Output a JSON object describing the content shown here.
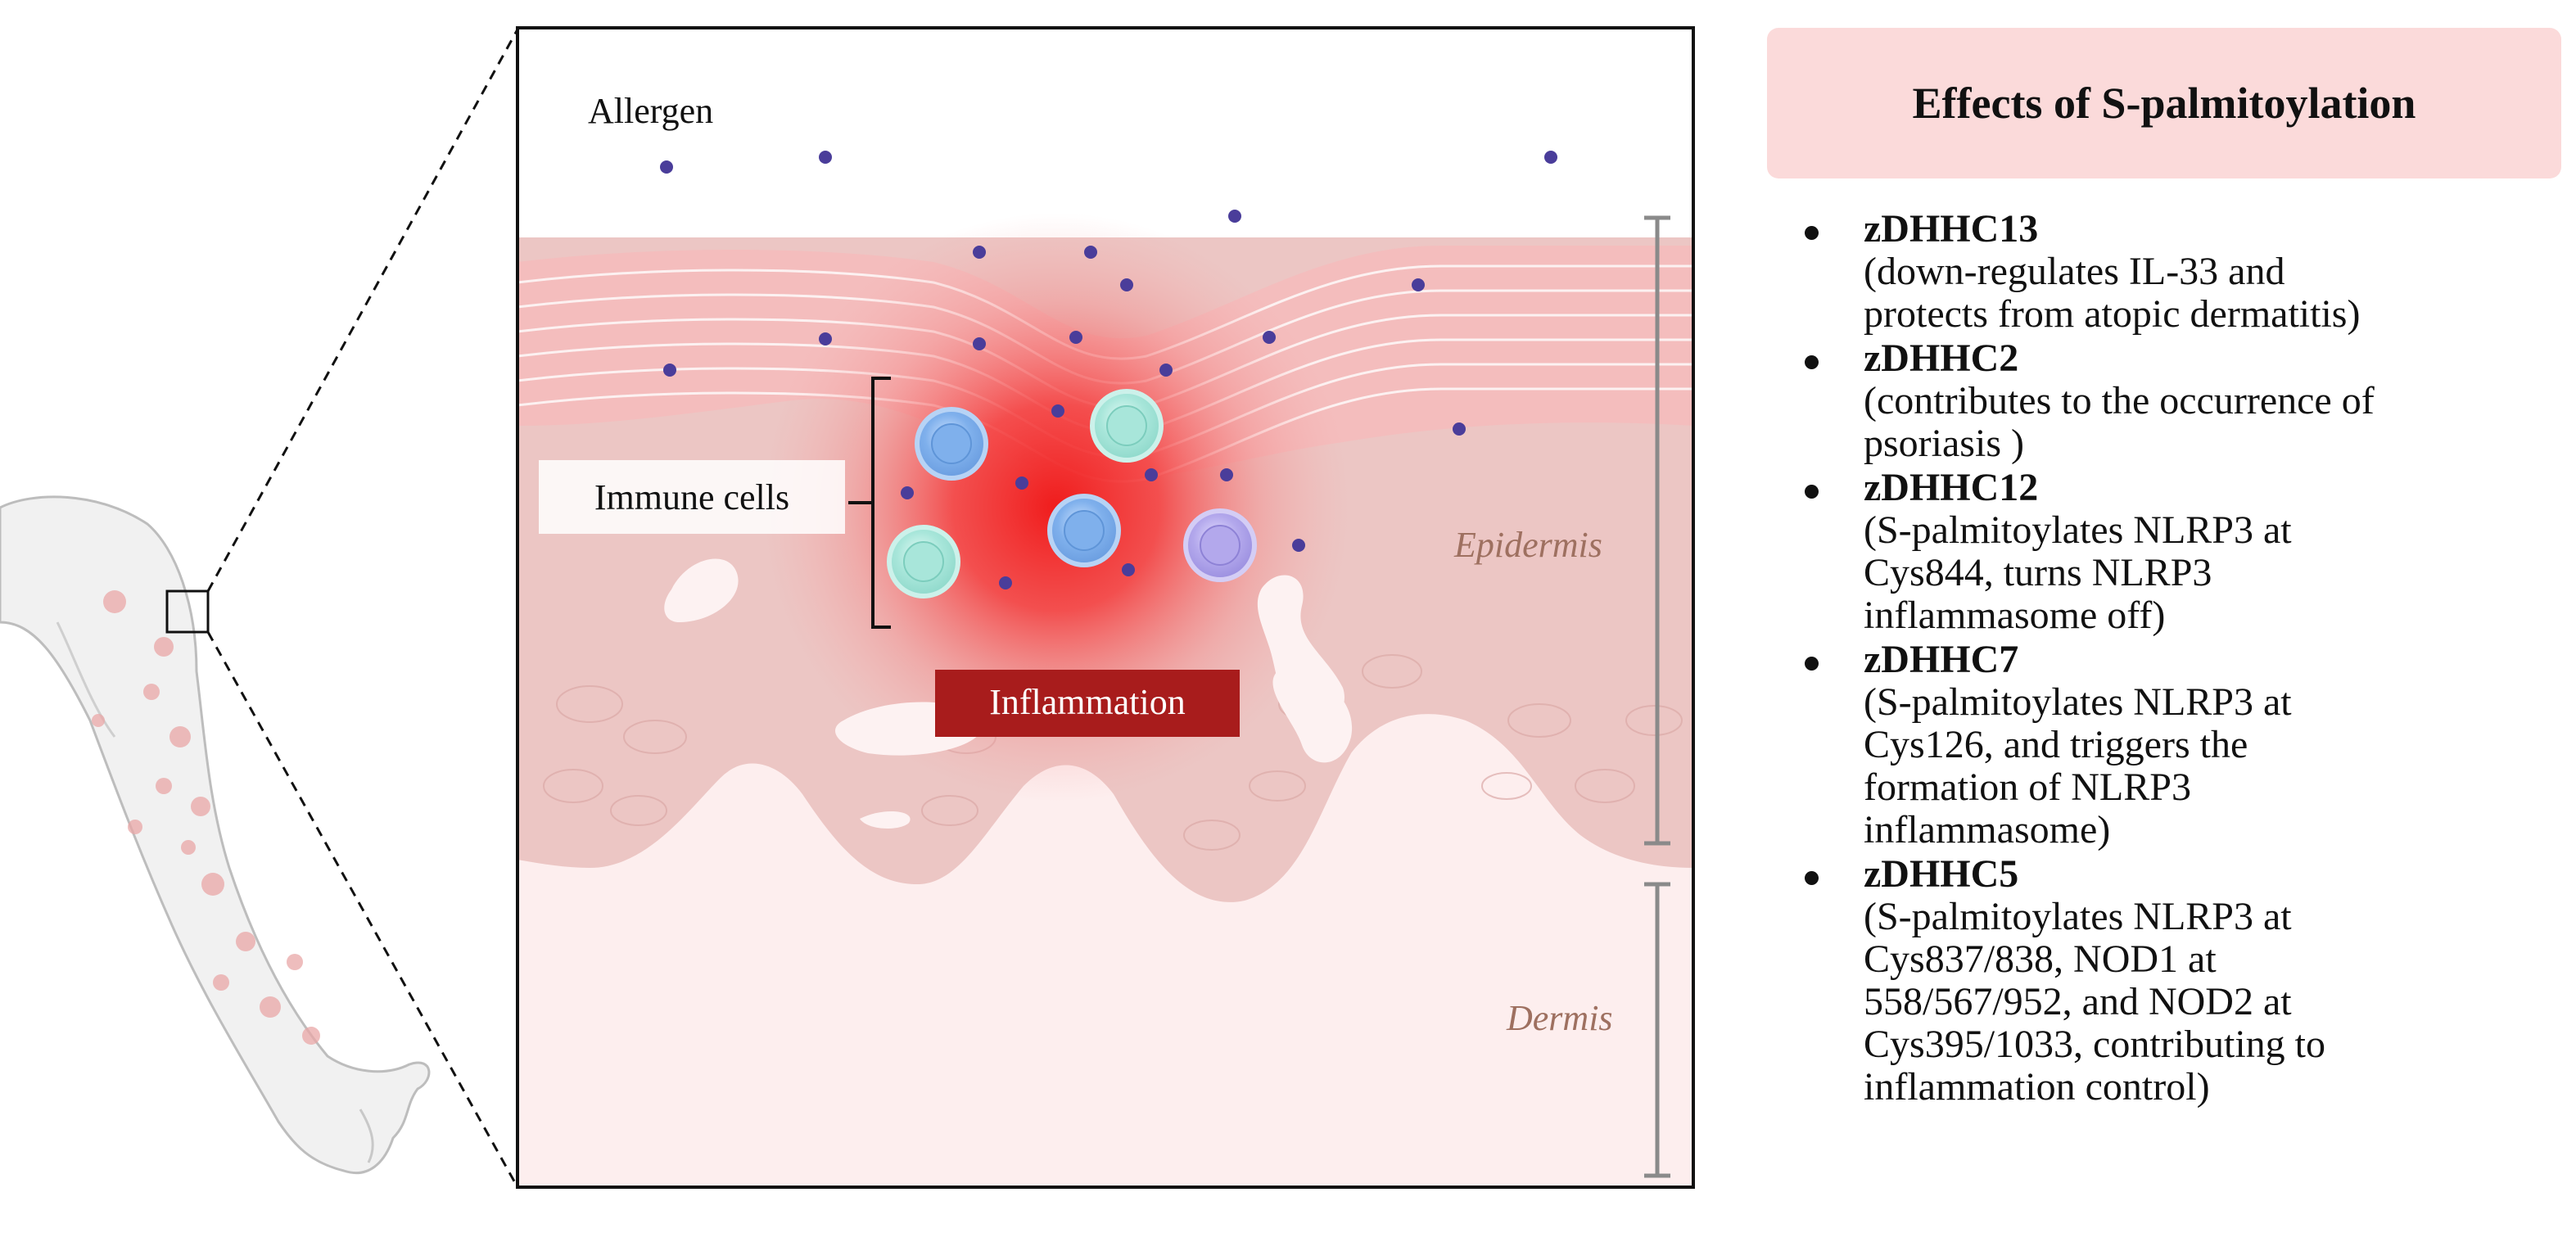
{
  "labels": {
    "allergen": "Allergen",
    "immune_cells": "Immune cells",
    "inflammation": "Inflammation",
    "epidermis": "Epidermis",
    "dermis": "Dermis"
  },
  "panel": {
    "title": "Effects of S-palmitoylation",
    "items": [
      {
        "name": "zDHHC13",
        "description": "(down-regulates IL-33 and\nprotects  from atopic dermatitis)"
      },
      {
        "name": "zDHHC2",
        "description": "(contributes to the occurrence of\npsoriasis )"
      },
      {
        "name": "zDHHC12",
        "description": "(S-palmitoylates NLRP3 at\nCys844, turns NLRP3\ninflammasome off)"
      },
      {
        "name": "zDHHC7",
        "description": "(S-palmitoylates NLRP3 at\nCys126, and triggers the\nformation of NLRP3\ninflammasome)"
      },
      {
        "name": "zDHHC5",
        "description": "(S-palmitoylates NLRP3 at\nCys837/838, NOD1 at\n558/567/952, and NOD2 at\nCys395/1033, contributing to\ninflammation control)"
      }
    ]
  },
  "colors": {
    "allergen_dot": "#4a3d9a",
    "inflammation_box": "#a81c1c",
    "layer_label": "#9e7060",
    "panel_header_bg": "#fbdada",
    "skin_epidermis": "#ecc6c4",
    "skin_dermis": "#fdeeee"
  }
}
